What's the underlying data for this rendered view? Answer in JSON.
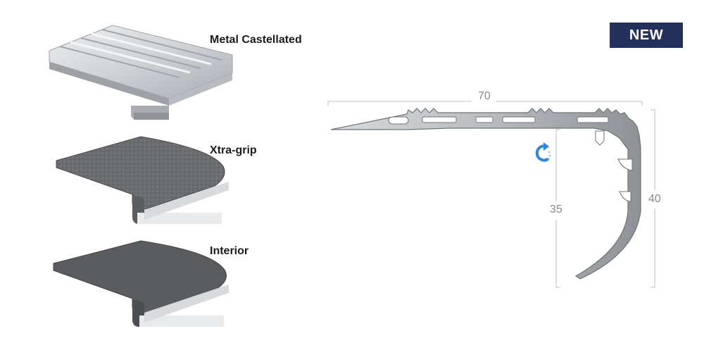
{
  "variants": [
    {
      "label": "Metal Castellated"
    },
    {
      "label": "Xtra-grip"
    },
    {
      "label": "Interior"
    }
  ],
  "badge": {
    "label": "NEW",
    "color": "#23315b"
  },
  "dimensions": {
    "width": "70",
    "inner_height": "35",
    "outer_height": "40"
  },
  "icons": {
    "rotate": "rotate-icon"
  },
  "colors": {
    "rotate_icon": "#2e86de",
    "grey_tread": "#5a5c5f",
    "metal": "#c7c9cc"
  }
}
